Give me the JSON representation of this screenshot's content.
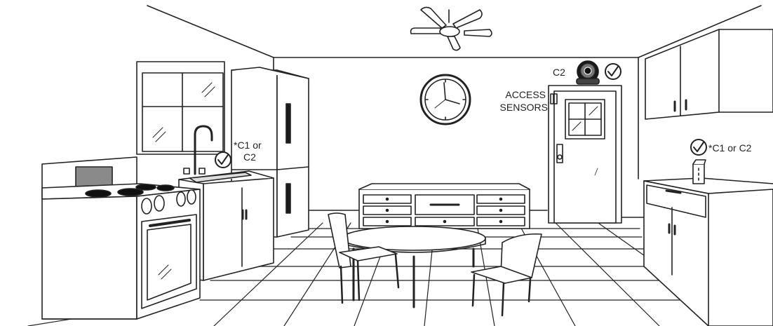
{
  "labels": {
    "camera_above_door": "C2",
    "access_sensors_line1": "ACCESS",
    "access_sensors_line2": "SENSORS",
    "sink_camera_line1": "*C1 or",
    "sink_camera_line2": "C2",
    "counter_camera": "*C1 or C2"
  },
  "icons": {
    "check": "check-circle-icon",
    "camera": "camera-icon",
    "clock": "clock-icon",
    "fan": "ceiling-fan-icon"
  },
  "colors": {
    "line": "#222222",
    "fill": "#ffffff",
    "dark": "#1a1a1a",
    "grey": "#7a7a7a"
  }
}
